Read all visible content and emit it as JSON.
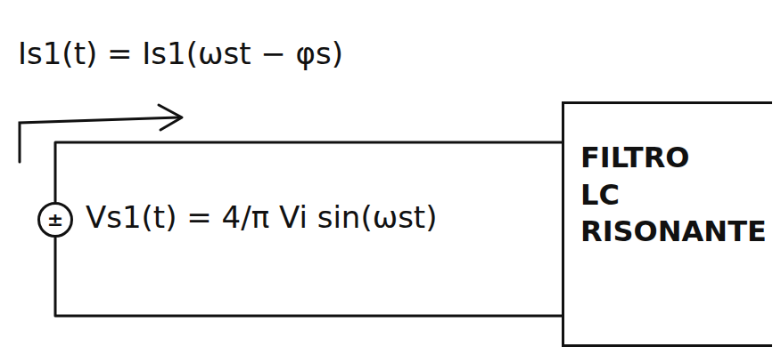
{
  "diagram": {
    "nodes": [
      {
        "text": [
          "±"
        ]
      },
      {
        "text": [
          "FILTRO LC RISONANTE"
        ]
      }
    ],
    "edges": [
      {
        "from": 0,
        "to": 1,
        "arrow": "none"
      },
      {
        "from": 0,
        "to": 1,
        "arrow": "none"
      }
    ],
    "labels": [
      "Is1(t) = Is1(ωst − φs)",
      "Vs1(t) = 4/π Vi sin(ωst)"
    ]
  }
}
